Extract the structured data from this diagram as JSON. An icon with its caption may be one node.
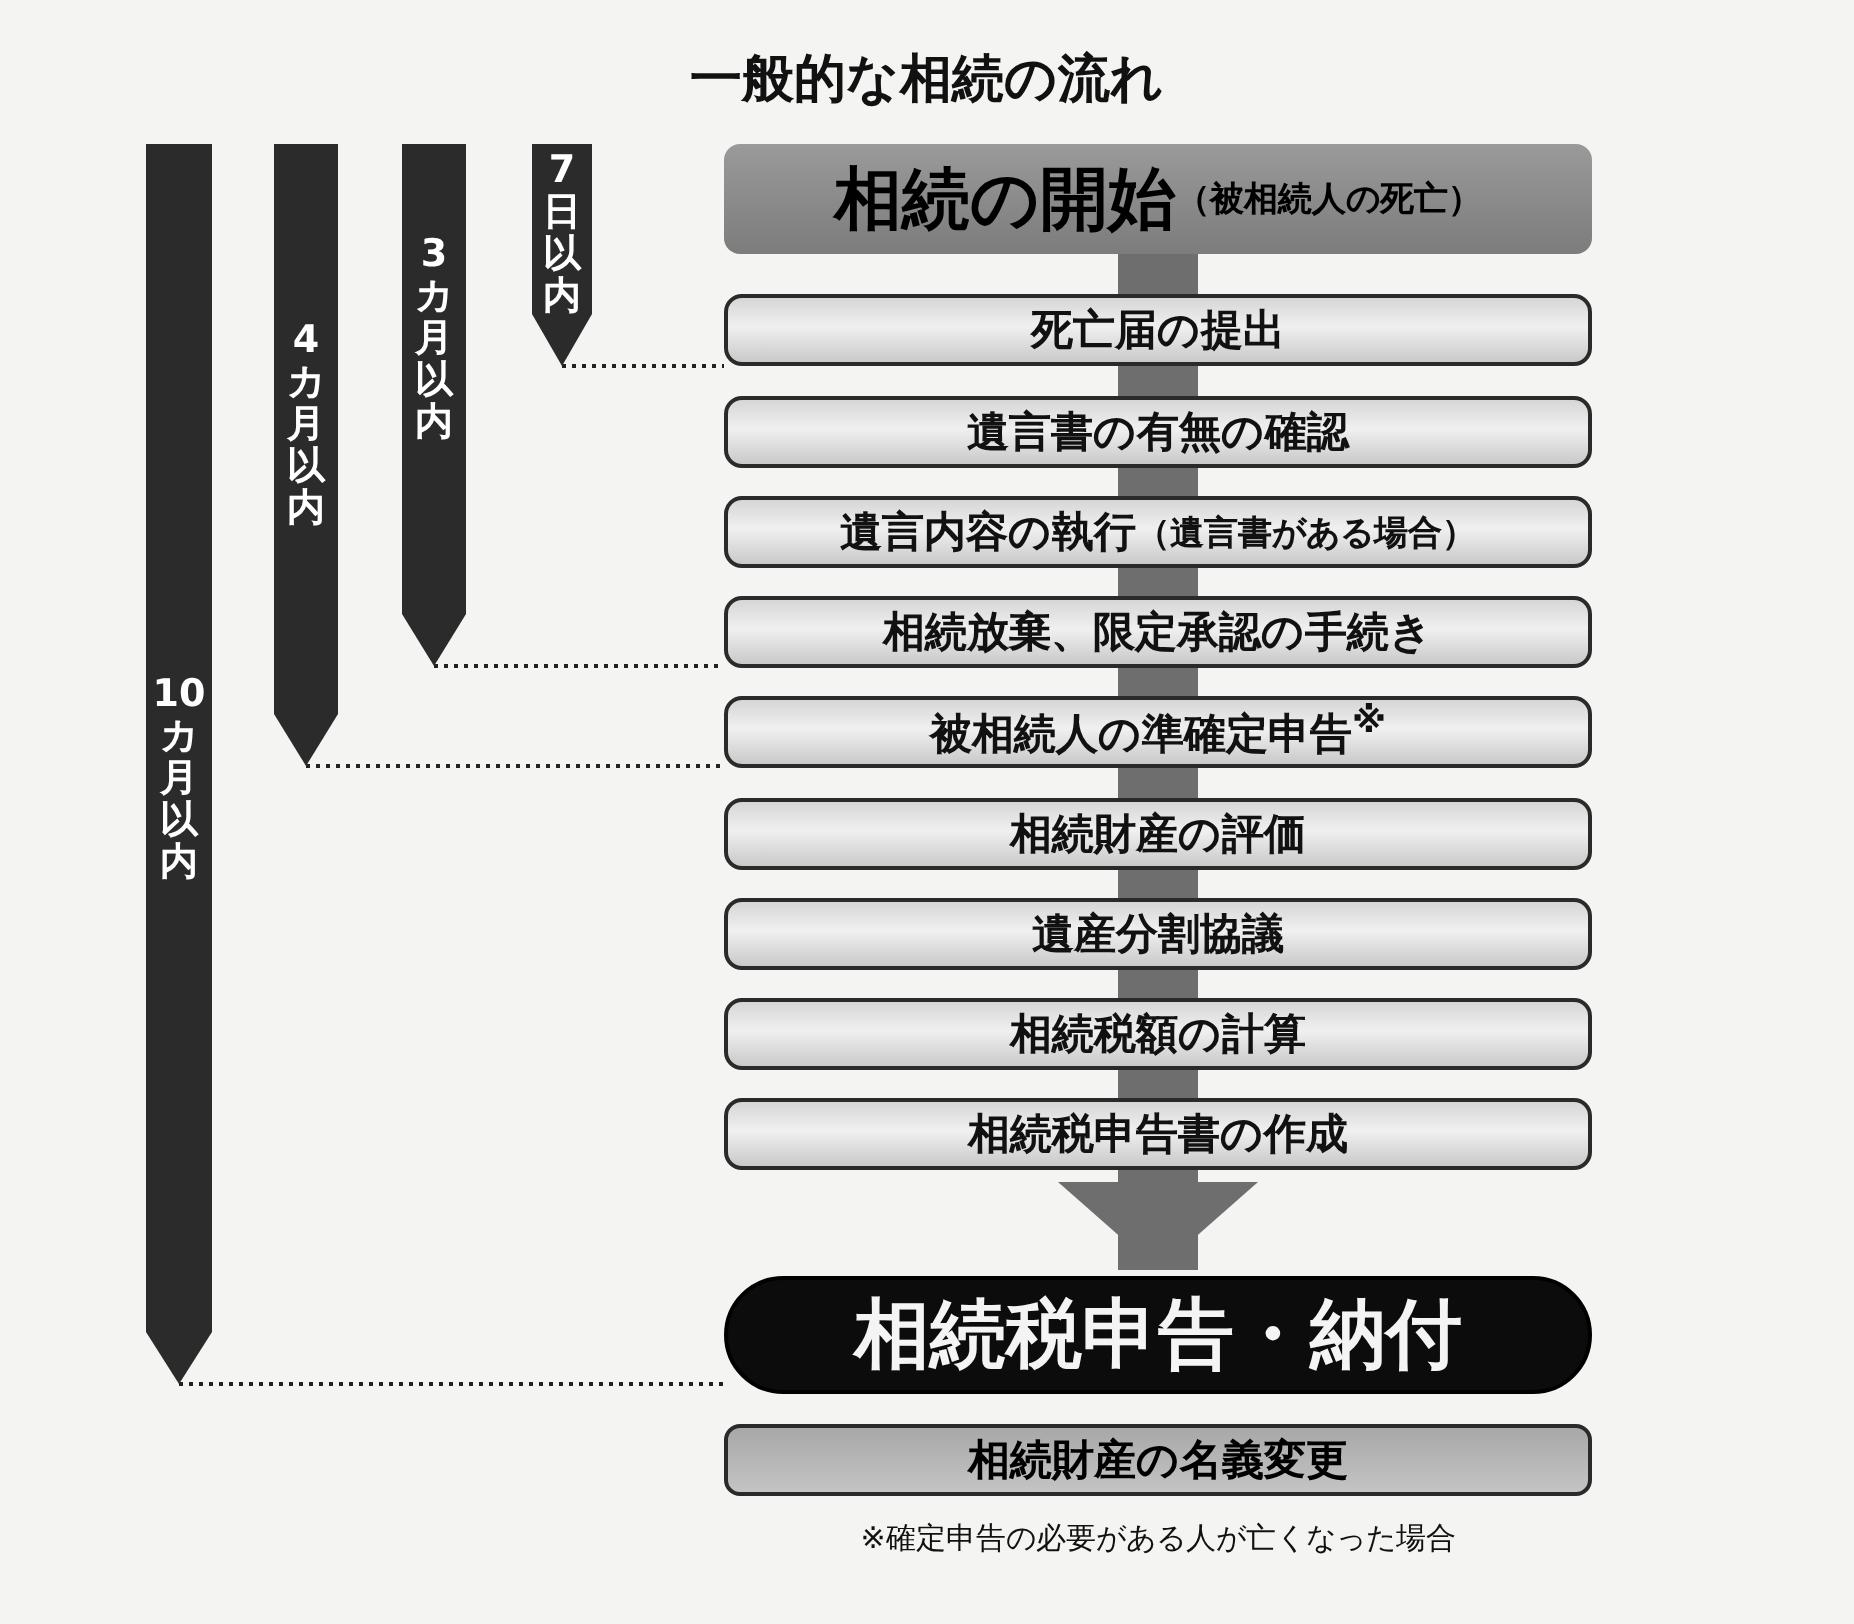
{
  "diagram": {
    "title": "一般的な相続の流れ",
    "nodes": [
      {
        "text": [
          "相続の開始",
          "（被相続人の死亡）"
        ]
      },
      {
        "text": [
          "死亡届の提出"
        ]
      },
      {
        "text": [
          "遺言書の有無の確認"
        ]
      },
      {
        "text": [
          "遺言内容の執行",
          "（遺言書がある場合）"
        ]
      },
      {
        "text": [
          "相続放棄、限定承認の手続き"
        ]
      },
      {
        "text": [
          "被相続人の準確定申告$^{※}$"
        ]
      },
      {
        "text": [
          "相続財産の評価"
        ]
      },
      {
        "text": [
          "遺産分割協議"
        ]
      },
      {
        "text": [
          "相続税額の計算"
        ]
      },
      {
        "text": [
          "相続税申告書の作成"
        ]
      },
      {
        "text": [
          "相続税申告・納付"
        ]
      },
      {
        "text": [
          "相続財産の名義変更"
        ]
      },
      {
        "text": [
          "10カ月以内"
        ]
      },
      {
        "text": [
          "4カ月以内"
        ]
      },
      {
        "text": [
          "3カ月以内"
        ]
      },
      {
        "text": [
          "7日以内"
        ]
      }
    ],
    "edges": [
      {
        "from": 0,
        "to": 1,
        "arrow": "none"
      },
      {
        "from": 1,
        "to": 2,
        "arrow": "none"
      },
      {
        "from": 2,
        "to": 3,
        "arrow": "none"
      },
      {
        "from": 3,
        "to": 4,
        "arrow": "none"
      },
      {
        "from": 4,
        "to": 5,
        "arrow": "none"
      },
      {
        "from": 5,
        "to": 6,
        "arrow": "none"
      },
      {
        "from": 6,
        "to": 7,
        "arrow": "none"
      },
      {
        "from": 7,
        "to": 8,
        "arrow": "none"
      },
      {
        "from": 8,
        "to": 9,
        "arrow": "none"
      },
      {
        "from": 9,
        "to": 10,
        "arrow": "to"
      },
      {
        "from": 15,
        "to": 1,
        "arrow": "none",
        "style": "dashed",
        "color": "#222222"
      },
      {
        "from": 14,
        "to": 4,
        "arrow": "none",
        "style": "dashed",
        "color": "#222222"
      },
      {
        "from": 13,
        "to": 5,
        "arrow": "none",
        "style": "dashed",
        "color": "#222222"
      },
      {
        "from": 12,
        "to": 10,
        "arrow": "none",
        "style": "dashed",
        "color": "#222222"
      }
    ],
    "labels": [
      "※確定申告の必要がある人が亡くなった場合"
    ]
  }
}
